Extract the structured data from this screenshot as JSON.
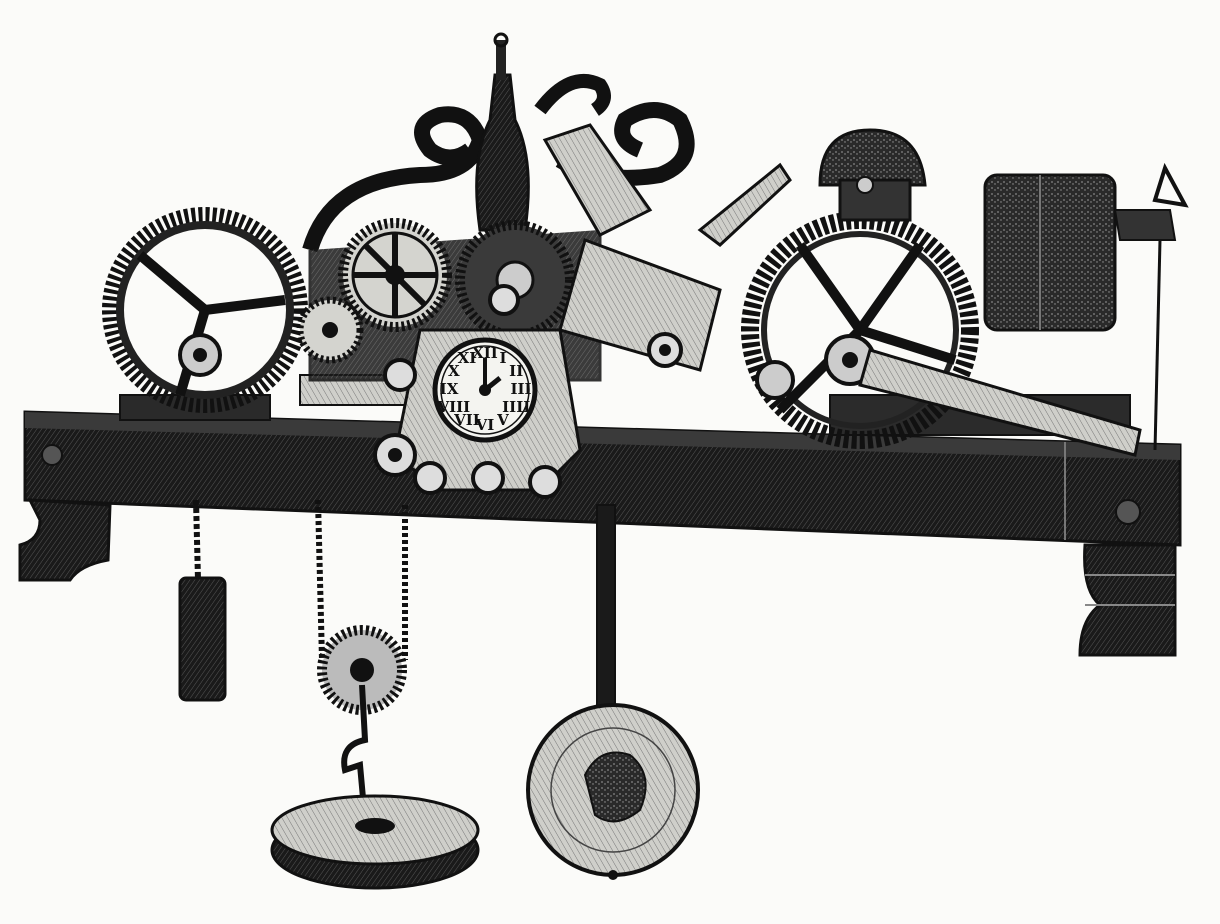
{
  "image": {
    "subject": "tower-clock-mechanism-engraving",
    "colors": {
      "ink": "#141414",
      "paper": "#fbfbf9",
      "midtone": "#5a5a5a",
      "light_metal": "#d9d9d4",
      "dial_face": "#f4f4f0"
    }
  },
  "dial": {
    "numerals": [
      "XII",
      "I",
      "II",
      "III",
      "IIII",
      "V",
      "VI",
      "VII",
      "VIII",
      "IX",
      "X",
      "XI"
    ]
  }
}
